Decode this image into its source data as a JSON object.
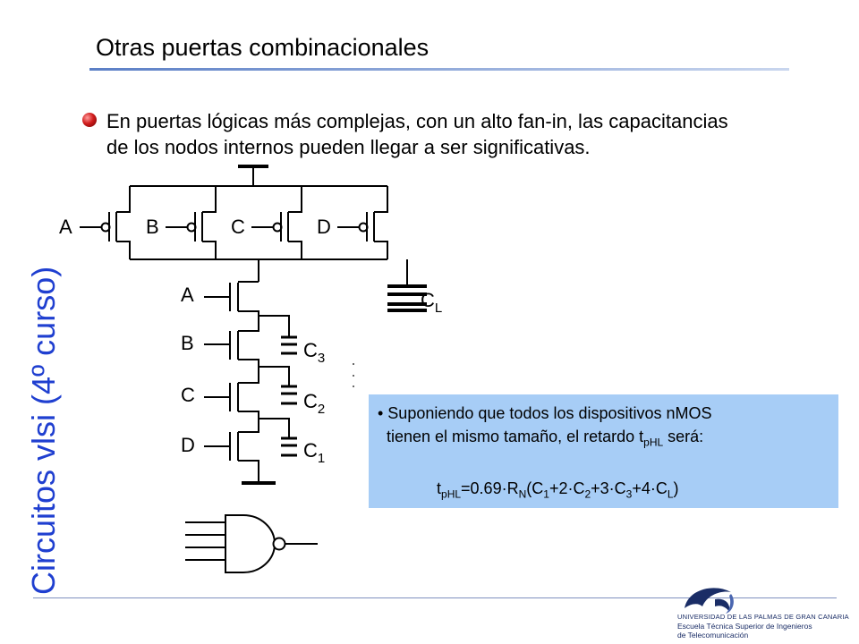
{
  "title": "Otras puertas combinacionales",
  "side_label": "Circuitos vlsi (4º curso)",
  "bullet": {
    "line1": "En puertas lógicas más complejas, con un alto fan-in, las capacitancias",
    "line2": "de los nodos internos pueden llegar a ser significativas."
  },
  "circuit": {
    "pmos_labels": [
      "A",
      "B",
      "C",
      "D"
    ],
    "nmos_labels": [
      "A",
      "B",
      "C",
      "D"
    ],
    "load_cap": {
      "main": "C",
      "sub": "L"
    },
    "internal_caps": [
      {
        "main": "C",
        "sub": "3"
      },
      {
        "main": "C",
        "sub": "2"
      },
      {
        "main": "C",
        "sub": "1"
      }
    ]
  },
  "note": {
    "line1": "• Suponiendo que todos los dispositivos nMOS",
    "line2_a": "tienen el mismo tamaño, el retardo t",
    "line2_sub": "pHL",
    "line2_b": " será:",
    "formula": [
      {
        "t": "t"
      },
      {
        "s": "pHL"
      },
      {
        "t": "=0.69·R"
      },
      {
        "s": "N"
      },
      {
        "t": "(C"
      },
      {
        "s": "1"
      },
      {
        "t": "+2·C"
      },
      {
        "s": "2"
      },
      {
        "t": "+3·C"
      },
      {
        "s": "3"
      },
      {
        "t": "+4·C"
      },
      {
        "s": "L"
      },
      {
        "t": ")"
      }
    ]
  },
  "logo": {
    "line1": "UNIVERSIDAD DE LAS PALMAS DE GRAN CANARIA",
    "line2": "Escuela Técnica Superior de Ingenieros",
    "line3": "de Telecomunicación"
  },
  "colors": {
    "side_label": "#1f3fd0",
    "note_bg": "#a7cdf6",
    "logo": "#1a2d66"
  }
}
